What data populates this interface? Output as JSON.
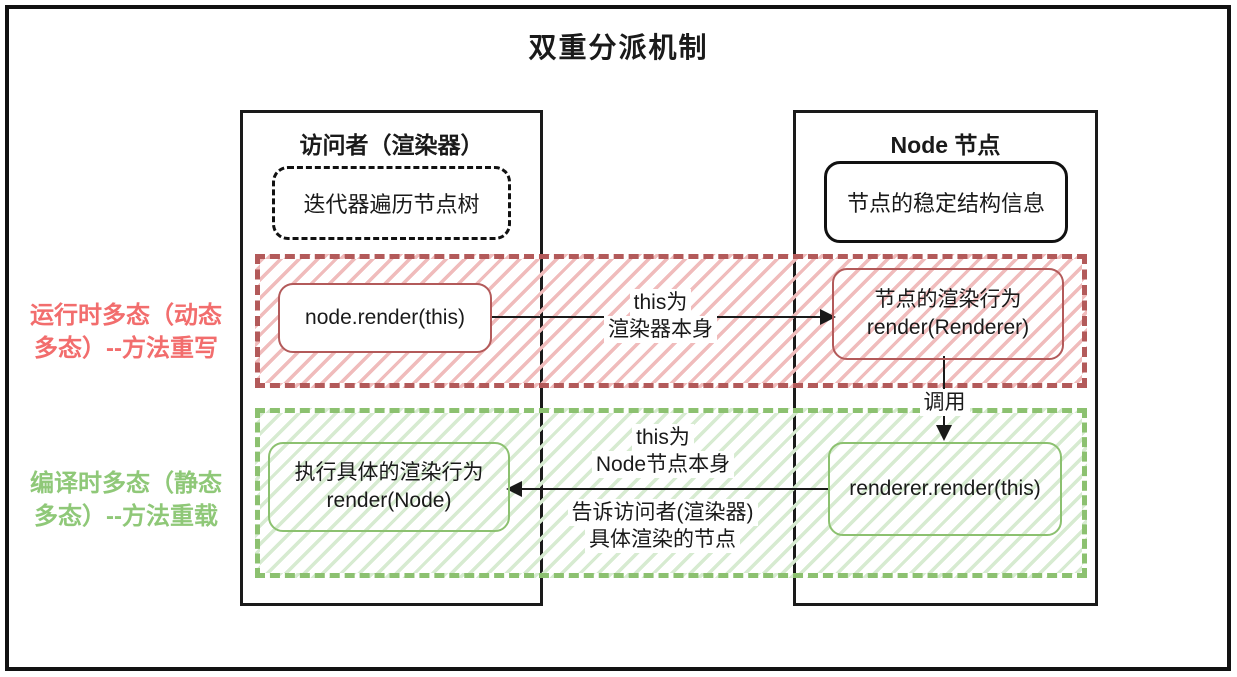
{
  "title": "双重分派机制",
  "visitor_panel": {
    "title": "访问者（渲染器）",
    "inner_box": "迭代器遍历节点树"
  },
  "node_panel": {
    "title": "Node 节点",
    "inner_box": "节点的稳定结构信息"
  },
  "runtime_band": {
    "side_label": [
      "运行时多态（动态",
      "多态）--方法重写"
    ],
    "left_box": "node.render(this)",
    "arrow_label": [
      "this为",
      "渲染器本身"
    ],
    "right_box": [
      "节点的渲染行为",
      "render(Renderer)"
    ],
    "call_label": "调用"
  },
  "compile_band": {
    "side_label": [
      "编译时多态（静态",
      "多态）--方法重载"
    ],
    "left_box": [
      "执行具体的渲染行为",
      "render(Node)"
    ],
    "arrow_label_top": [
      "this为",
      "Node节点本身"
    ],
    "arrow_label_bottom": [
      "告诉访问者(渲染器)",
      "具体渲染的节点"
    ],
    "right_box": "renderer.render(this)"
  },
  "colors": {
    "runtime_accent": "#f26d6d",
    "runtime_border": "#b35a5a",
    "runtime_hatch": "#f0bcbc",
    "compile_accent": "#8fc878",
    "compile_border": "#8cc170",
    "compile_hatch": "#d7ebd1"
  }
}
